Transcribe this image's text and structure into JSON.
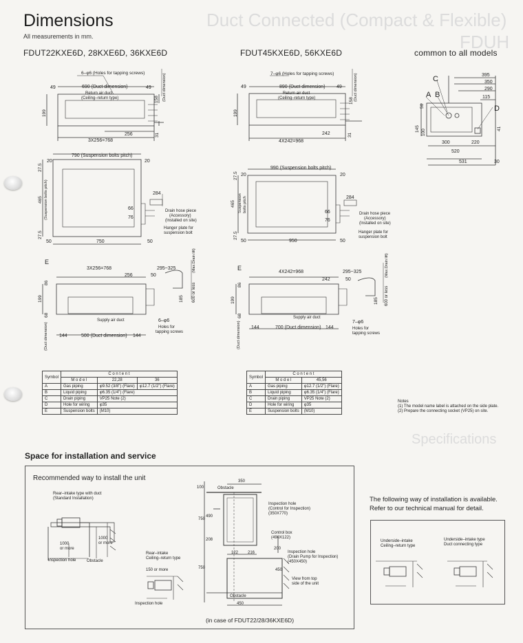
{
  "header": {
    "title": "Dimensions",
    "subtitle": "All measurements in mm.",
    "ghost_title": "Duct Connected (Compact & Flexible)",
    "ghost_sub": "FDUH",
    "ghost_spec": "Specifications"
  },
  "models": {
    "left": "FDUT22KXE6D, 28KXE6D, 36KXE6D",
    "mid": "FDUT45KXE6D, 56KXE6D",
    "right": "common to all models"
  },
  "left_top": {
    "holes": "6–φ6 (Holes for tapping screws)",
    "d49a": "49",
    "d690": "690 (Duct dimension)",
    "d49b": "49",
    "return1": "Return air duct",
    "return2": "(Ceiling–return type)",
    "ductdim": "(Duct dimension)",
    "d158": "158",
    "d199": "199",
    "d31": "31",
    "d256": "256",
    "d3x256": "3X256=768"
  },
  "left_mid": {
    "d790": "790 (Suspension bolts pitch)",
    "d20a": "20",
    "d20b": "20",
    "d275": "27.5",
    "d465": "465",
    "susp": "(Suspension bolts pitch)",
    "d284": "284",
    "d66": "66",
    "d76": "76",
    "drain1": "Drain hose piece",
    "drain2": "(Accessory)",
    "drain3": "(Installed on site)",
    "hanger1": "Hanger plate for",
    "hanger2": "suspension bolt",
    "d275b": "27.5",
    "d50a": "50",
    "d750": "750",
    "d50b": "50"
  },
  "left_bot": {
    "E": "E",
    "d3x256": "3X256=768",
    "d295": "295~325",
    "d256": "256",
    "d50": "50",
    "d86": "86",
    "d199": "199",
    "d68": "68",
    "d185": "185",
    "d600": "600 or less",
    "drainlift": "(Max.Drain lift)",
    "supply": "Supply air duct",
    "holes6": "6–φ6",
    "holes1": "Holes for",
    "holes2": "tapping screws",
    "d144a": "144",
    "d500": "500 (Duct dimension)",
    "d144b": "144",
    "ductdim": "(Duct dimension)"
  },
  "mid_top": {
    "holes": "7–φ6 (Holes for tapping screws)",
    "d49a": "49",
    "d890": "890 (Duct dimension)",
    "d49b": "49",
    "return1": "Return air duct",
    "return2": "(Ceiling–return type)",
    "ductdim": "(Duct dimension)",
    "d158": "158",
    "d199": "199",
    "d31": "31",
    "d242": "242",
    "d4x242": "4X242=968"
  },
  "mid_mid": {
    "d990": "990 (Suspension bolts pitch)",
    "d20a": "20",
    "d20b": "20",
    "d275": "27.5",
    "d465": "465",
    "susp1": "Suspension",
    "susp2": "bolts pitch",
    "d284": "284",
    "d66": "66",
    "d76": "76",
    "drain1": "Drain hose piece",
    "drain2": "(Accessory)",
    "drain3": "(Installed on site)",
    "hanger1": "Hanger plate for",
    "hanger2": "suspension bolt",
    "d275b": "27.5",
    "d50a": "50",
    "d950": "950",
    "d50b": "50"
  },
  "mid_bot": {
    "E": "E",
    "d4x242": "4X242=968",
    "d295": "295~325",
    "d242": "242",
    "d50": "50",
    "d86": "86",
    "d199": "199",
    "d68": "68",
    "d185": "185",
    "d600": "600 or less",
    "drainlift": "(Max.Drain lift)",
    "supply": "Supply air duct",
    "holes7": "7–φ6",
    "holes1": "Holes for",
    "holes2": "tapping screws",
    "d144": "144",
    "d700": "700 (Duct dimension)",
    "d144b": "144",
    "ductdim": "(Duct dimension)"
  },
  "right_top": {
    "C": "C",
    "A": "A",
    "B": "B",
    "D": "D",
    "d395": "395",
    "d350": "350",
    "d290": "290",
    "d115": "115",
    "d50": "50",
    "d145": "145",
    "d100": "100",
    "d41": "41",
    "d300": "300",
    "d220": "220",
    "d520": "520",
    "d531": "531",
    "d30": "30"
  },
  "table1": {
    "h_symbol": "Symbol",
    "h_content": "C o n t e n t",
    "h_model": "M o d e l",
    "h_c1": "22,28",
    "h_c2": "36",
    "rows": [
      {
        "sym": "A",
        "name": "Gas piping",
        "c1": "φ9.52 (3/8\") (Flare)",
        "c2": "φ12.7 (1/2\") (Flare)"
      },
      {
        "sym": "B",
        "name": "Liquid piping",
        "c1": "φ6.35 (1/4\") (Flare)",
        "c2": ""
      },
      {
        "sym": "C",
        "name": "Drain piping",
        "c1": "VP25  Note (2)",
        "c2": ""
      },
      {
        "sym": "D",
        "name": "Hole for wiring",
        "c1": "φ35",
        "c2": ""
      },
      {
        "sym": "E",
        "name": "Suspension bolts",
        "c1": "(M10)",
        "c2": ""
      }
    ]
  },
  "table2": {
    "h_symbol": "Symbol",
    "h_content": "C o n t e n t",
    "h_model": "M o d e l",
    "h_c1": "45,56",
    "rows": [
      {
        "sym": "A",
        "name": "Gas piping",
        "c1": "φ12.7 (1/2\") (Flare)"
      },
      {
        "sym": "B",
        "name": "Liquid piping",
        "c1": "φ6.35 (1/4\") (Flare)"
      },
      {
        "sym": "C",
        "name": "Drain piping",
        "c1": "VP25  Note (2)"
      },
      {
        "sym": "D",
        "name": "Hole for wiring",
        "c1": "φ35"
      },
      {
        "sym": "E",
        "name": "Suspension bolts",
        "c1": "(M10)"
      }
    ]
  },
  "notes": {
    "title": "Notes",
    "n1": "(1) The model name label is attached on the side plate.",
    "n2": "(2) Prepare the connecting socket (VP25) on site."
  },
  "install": {
    "section_title": "Space for installation and service",
    "recommended": "Recommended way to install the unit",
    "rear1": "Rear–intake type with duct",
    "rear2": "(Standard Installation)",
    "d1000a": "1000",
    "ormore_a": "or more",
    "d1000b": "1000",
    "ormore_b": "or more",
    "inspection_hole": "Inspection hole",
    "obstacle": "Obstacle",
    "ri1": "Rear–intake",
    "ri2": "Ceiling–return type",
    "d150": "150 or more",
    "inspection_hole2": "Inspection hole",
    "d350": "350",
    "obstacle2": "Obstacle",
    "d100": "100",
    "ih1": "Inspection hole",
    "ih2": "(Control for Inspection)",
    "ih3": "(350X770)",
    "d750": "750",
    "d490": "490",
    "d208": "208",
    "cb1": "Control box",
    "cb2": "(490X122)",
    "d200": "200",
    "d122": "122",
    "d216": "216",
    "ih4": "Inspection hole",
    "ih5": "(Drain Pump for Inspection)",
    "ih6": "(450X450)",
    "d750b": "750",
    "d450v": "450",
    "vt1": "View from top",
    "vt2": "side of the unit",
    "obstacle3": "Obstacle",
    "d450": "450",
    "in_case": "(in case of FDUT22/28/36KXE6D)",
    "alt1": "The following way of installation is available.",
    "alt2": "Refer to our technical manual for detail.",
    "ui1": "Underside–intake",
    "ui2": "Ceiling–return type",
    "ui3": "Underside–intake type",
    "ui4": "Duct connecting type"
  }
}
